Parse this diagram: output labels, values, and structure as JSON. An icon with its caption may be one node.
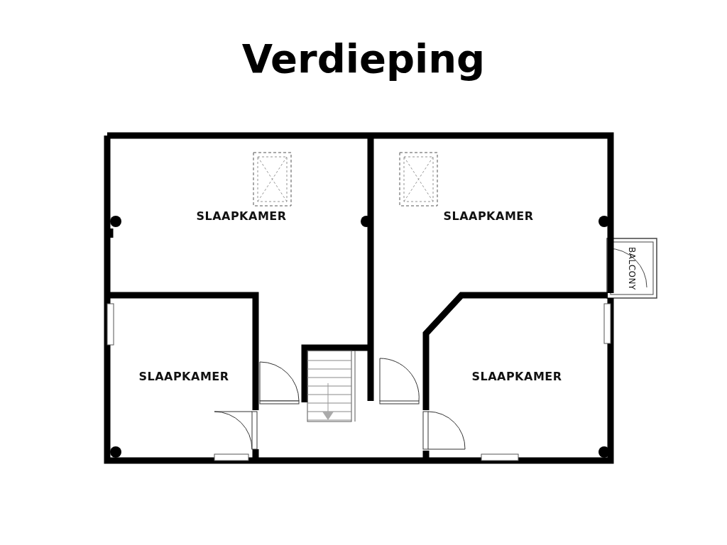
{
  "diagram": {
    "title": "Verdieping",
    "nodes": [
      {
        "text": [
          "SLAAPKAMER"
        ]
      },
      {
        "text": [
          "SLAAPKAMER"
        ]
      },
      {
        "text": [
          "SLAAPKAMER"
        ]
      },
      {
        "text": [
          "SLAAPKAMER"
        ]
      },
      {
        "text": [
          "BALCONY"
        ]
      }
    ]
  }
}
